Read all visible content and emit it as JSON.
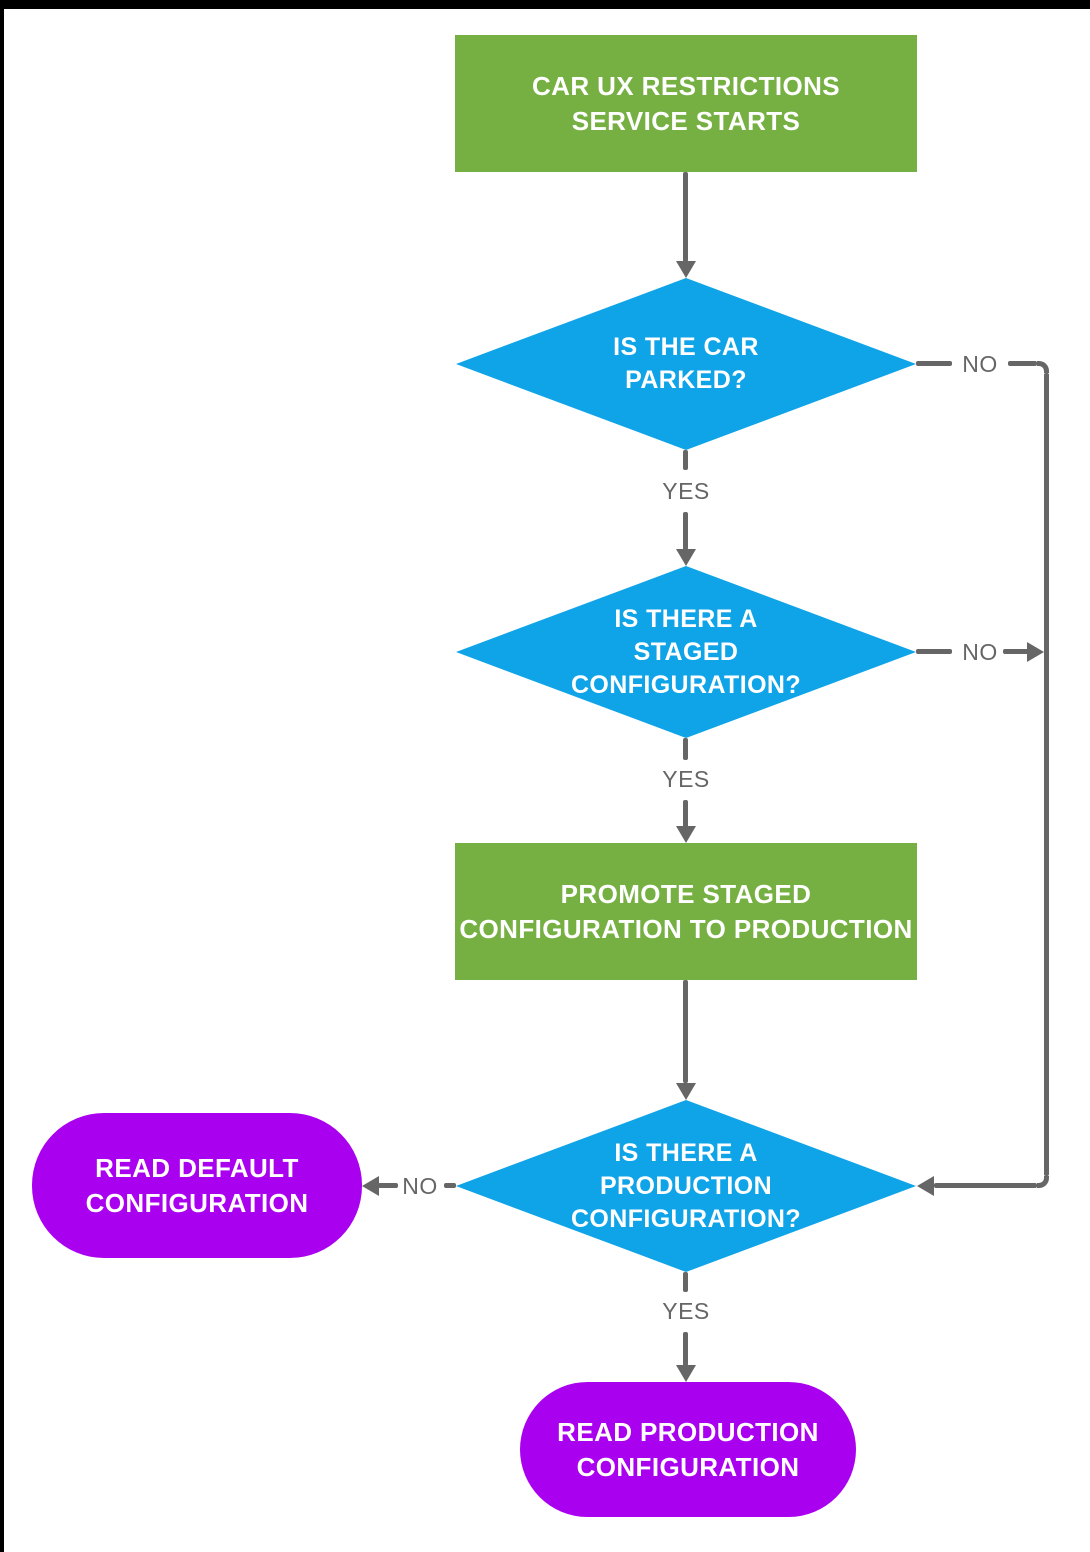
{
  "diagram": {
    "title": "Car UX Restrictions configuration service flowchart",
    "colors": {
      "process_green": "#76B043",
      "decision_blue": "#0FA3E8",
      "terminal_purple": "#AA00F0",
      "connector_gray": "#666666",
      "node_text": "#FFFFFF",
      "background": "#FFFFFF",
      "frame_black": "#000000"
    },
    "nodes": {
      "service_starts": {
        "shape": "rectangle",
        "label": "CAR UX RESTRICTIONS\nSERVICE STARTS"
      },
      "is_car_parked": {
        "shape": "diamond",
        "label": "IS THE CAR\nPARKED?"
      },
      "is_staged_config": {
        "shape": "diamond",
        "label": "IS THERE A\nSTAGED\nCONFIGURATION?"
      },
      "promote_staged": {
        "shape": "rectangle",
        "label": "PROMOTE STAGED\nCONFIGURATION TO PRODUCTION"
      },
      "is_production_config": {
        "shape": "diamond",
        "label": "IS THERE A\nPRODUCTION\nCONFIGURATION?"
      },
      "read_default": {
        "shape": "rounded",
        "label": "READ DEFAULT\nCONFIGURATION"
      },
      "read_production": {
        "shape": "rounded",
        "label": "READ PRODUCTION\nCONFIGURATION"
      }
    },
    "edge_labels": {
      "parked_yes": "YES",
      "parked_no": "NO",
      "staged_yes": "YES",
      "staged_no": "NO",
      "production_yes": "YES",
      "production_no": "NO"
    }
  }
}
